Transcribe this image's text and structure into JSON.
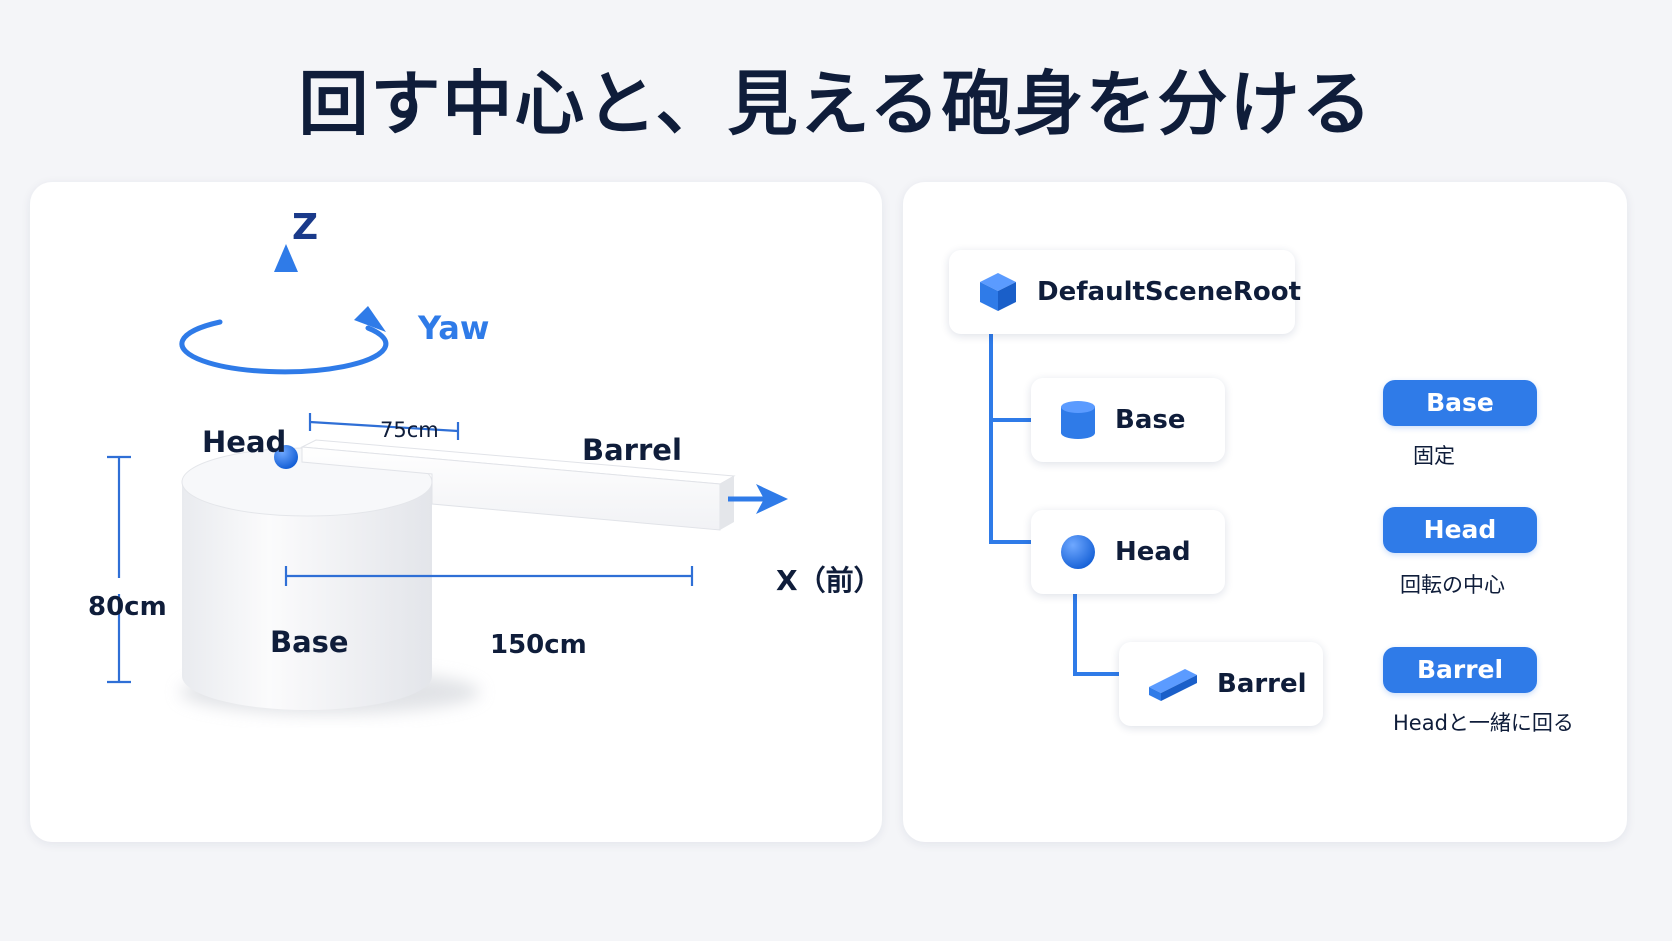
{
  "title": "回す中心と、見える砲身を分ける",
  "diagram": {
    "axis_z": "Z",
    "yaw": "Yaw",
    "head": "Head",
    "barrel": "Barrel",
    "base": "Base",
    "axis_x": "X（前）",
    "dim_75": "75cm",
    "dim_80": "80cm",
    "dim_150": "150cm"
  },
  "tree": {
    "root": "DefaultSceneRoot",
    "base": "Base",
    "head": "Head",
    "barrel": "Barrel"
  },
  "legend": {
    "base_tag": "Base",
    "base_note": "固定",
    "head_tag": "Head",
    "head_note": "回転の中心",
    "barrel_tag": "Barrel",
    "barrel_note": "Headと一緒に回る"
  },
  "colors": {
    "accent": "#2f7be8",
    "title": "#0f1d3a",
    "background": "#f4f5f8"
  },
  "icons": [
    "cube-icon",
    "cylinder-icon",
    "sphere-icon",
    "bar-icon"
  ]
}
